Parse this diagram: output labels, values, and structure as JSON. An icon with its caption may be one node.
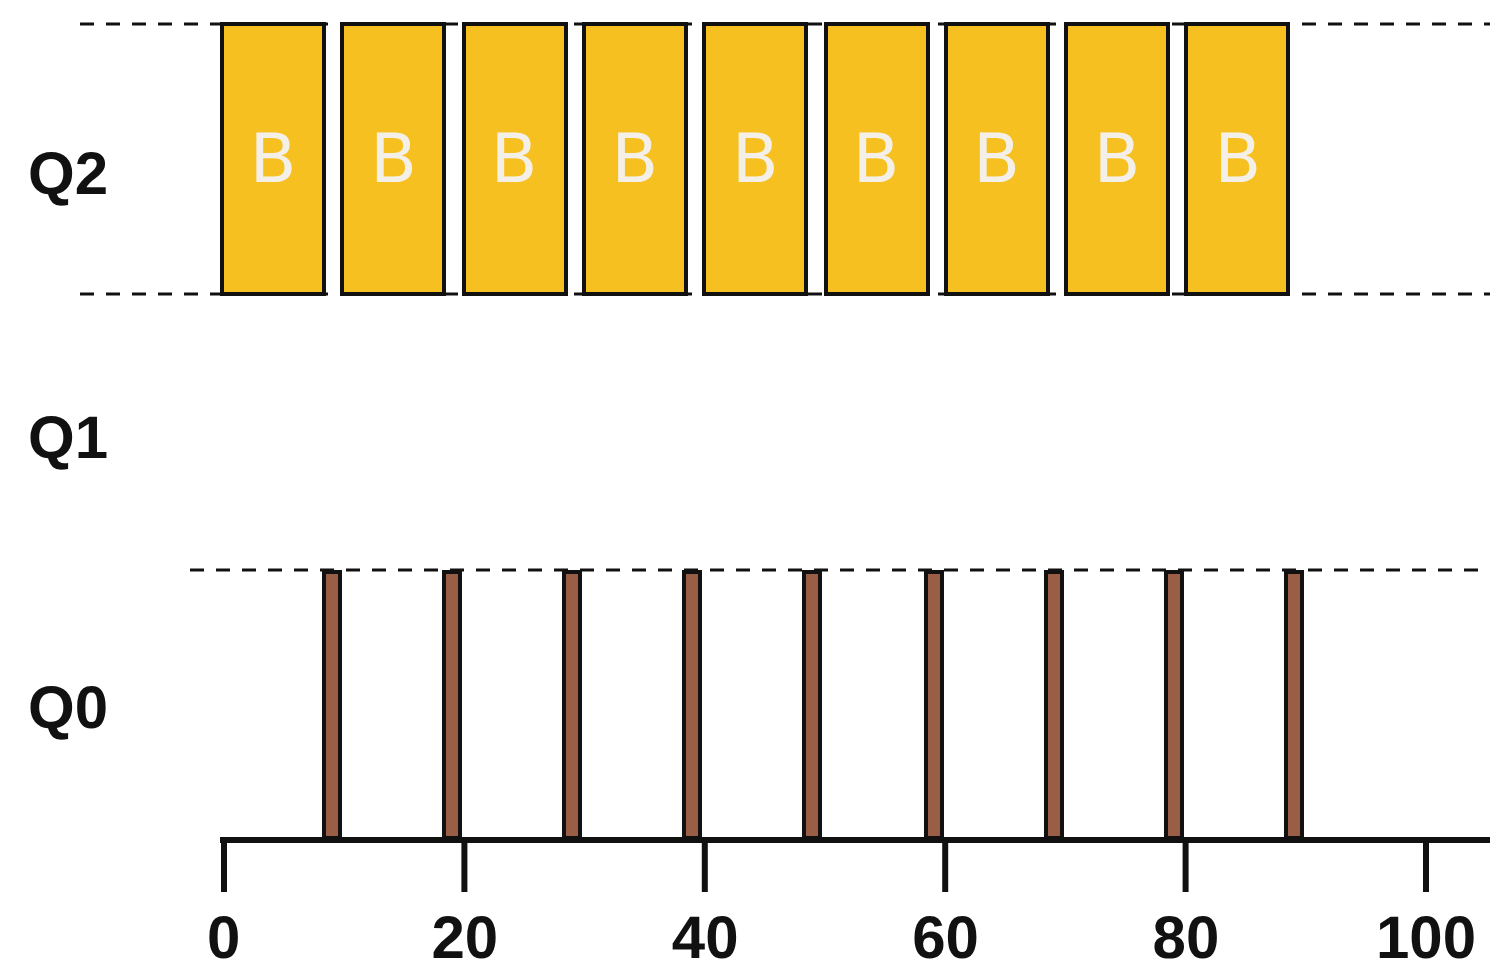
{
  "diagram": {
    "nodes": [
      {
        "text": [
          "B"
        ]
      },
      {
        "text": [
          "B"
        ]
      },
      {
        "text": [
          "B"
        ]
      },
      {
        "text": [
          "B"
        ]
      },
      {
        "text": [
          "B"
        ]
      },
      {
        "text": [
          "B"
        ]
      },
      {
        "text": [
          "B"
        ]
      },
      {
        "text": [
          "B"
        ]
      },
      {
        "text": [
          "B"
        ]
      },
      {
        "text": [],
        "shape": "bar"
      },
      {
        "text": [],
        "shape": "bar"
      },
      {
        "text": [],
        "shape": "bar"
      },
      {
        "text": [],
        "shape": "bar"
      },
      {
        "text": [],
        "shape": "bar"
      },
      {
        "text": [],
        "shape": "bar"
      },
      {
        "text": [],
        "shape": "bar"
      },
      {
        "text": [],
        "shape": "bar"
      },
      {
        "text": [],
        "shape": "bar"
      }
    ],
    "edges": [],
    "labels": [
      "Q2",
      "Q1",
      "Q0",
      "0",
      "20",
      "40",
      "60",
      "80",
      "100"
    ]
  }
}
